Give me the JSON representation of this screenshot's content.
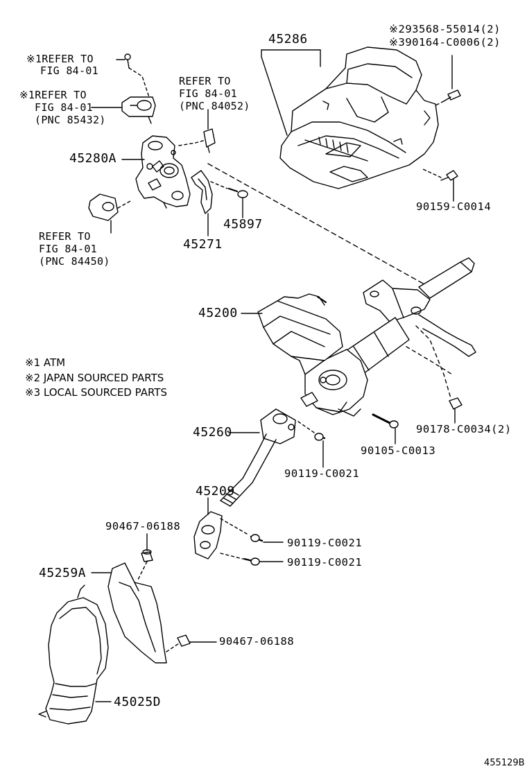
{
  "callouts": {
    "p45286": "45286",
    "note_93568": "※293568-55014(2)",
    "note_90164": "※390164-C0006(2)",
    "p90159": "90159-C0014",
    "ref1_a": "※1REFER TO",
    "ref1_b": "FIG 84-01",
    "ref2_a": "※1REFER TO",
    "ref2_b": "FIG 84-01",
    "ref2_c": "(PNC 85432)",
    "ref3_a": "REFER TO",
    "ref3_b": "FIG 84-01",
    "ref3_c": "(PNC 84052)",
    "p45280A": "45280A",
    "p45897": "45897",
    "p45271": "45271",
    "ref4_a": "REFER TO",
    "ref4_b": "FIG 84-01",
    "ref4_c": "(PNC 84450)",
    "p45200": "45200",
    "p45260": "45260",
    "p90105": "90105-C0013",
    "p90178": "90178-C0034(2)",
    "p90119_a": "90119-C0021",
    "p45209": "45209",
    "p90467_a": "90467-06188",
    "p90119_b": "90119-C0021",
    "p90119_c": "90119-C0021",
    "p45259A": "45259A",
    "p90467_b": "90467-06188",
    "p45025D": "45025D"
  },
  "legend": {
    "line1": "※1 ATM",
    "line2": "※2 JAPAN SOURCED PARTS",
    "line3": "※3 LOCAL SOURCED PARTS"
  },
  "figure_code": "455129B",
  "colors": {
    "line": "#000000",
    "background": "#ffffff"
  }
}
